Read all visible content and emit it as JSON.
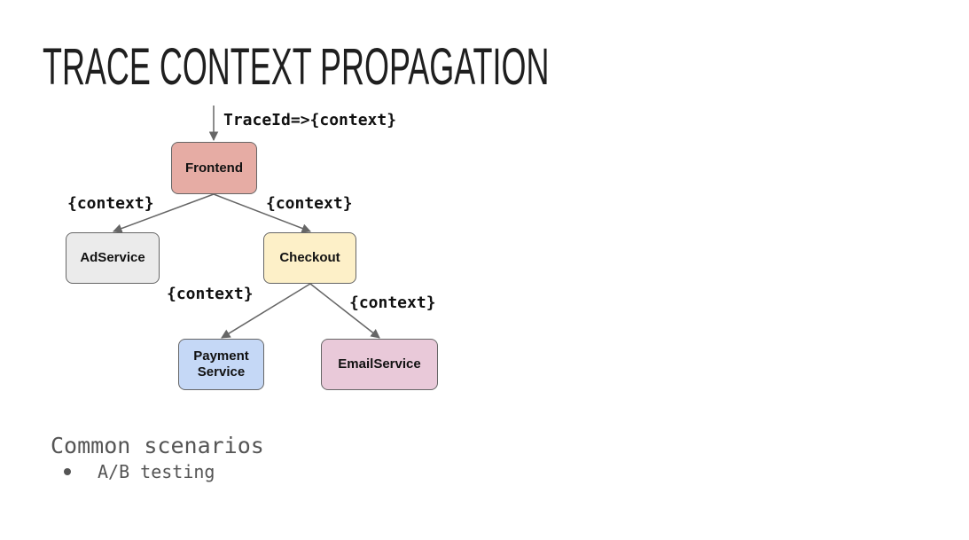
{
  "title": "Trace Context Propagation",
  "diagram": {
    "incoming_label": "TraceId=>{context}",
    "nodes": {
      "frontend": {
        "label": "Frontend",
        "color": "#e6aca4"
      },
      "adservice": {
        "label": "AdService",
        "color": "#ebebeb"
      },
      "checkout": {
        "label": "Checkout",
        "color": "#fdf0c8"
      },
      "payment": {
        "label": "Payment\nService",
        "color": "#c5d8f6"
      },
      "email": {
        "label": "EmailService",
        "color": "#e9c9d9"
      }
    },
    "edges": {
      "frontend_adservice": "{context}",
      "frontend_checkout": "{context}",
      "checkout_payment": "{context}",
      "checkout_email": "{context}"
    }
  },
  "scenarios": {
    "heading": "Common scenarios",
    "items": [
      "A/B testing"
    ]
  }
}
